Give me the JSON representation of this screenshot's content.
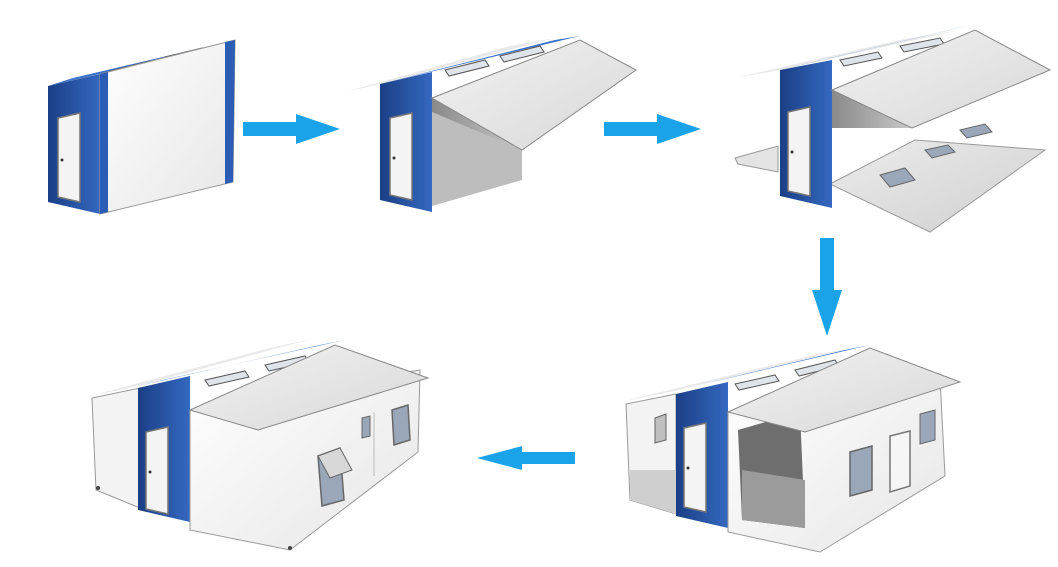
{
  "diagram": {
    "stages": [
      {
        "id": "stage-1",
        "state": "folded"
      },
      {
        "id": "stage-2",
        "state": "roof-unfolding"
      },
      {
        "id": "stage-3",
        "state": "floor-unfolding"
      },
      {
        "id": "stage-4",
        "state": "walls-raising"
      },
      {
        "id": "stage-5",
        "state": "fully-expanded"
      }
    ],
    "arrows": [
      {
        "from": "stage-1",
        "to": "stage-2",
        "direction": "right"
      },
      {
        "from": "stage-2",
        "to": "stage-3",
        "direction": "right"
      },
      {
        "from": "stage-3",
        "to": "stage-4",
        "direction": "down"
      },
      {
        "from": "stage-4",
        "to": "stage-5",
        "direction": "left"
      }
    ],
    "colors": {
      "blue": "#2a5db3",
      "blue_dark": "#1b3f86",
      "blue_light": "#3b72c9",
      "panel": "#f7f7f7",
      "panel_shade": "#d9d9d9",
      "floor": "#e4e4e4",
      "arrow": "#1aa3e8",
      "glass": "#9aa7b8",
      "outline": "#555555"
    }
  }
}
